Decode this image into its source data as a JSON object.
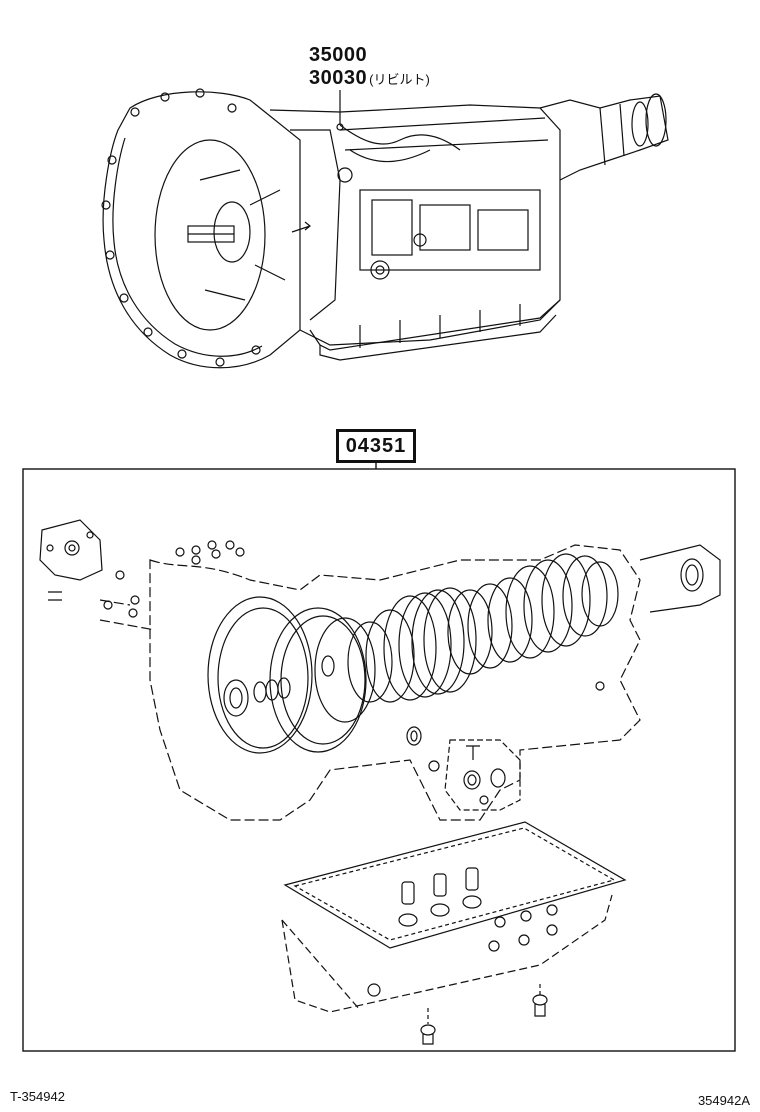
{
  "assembly": {
    "part_number": "35000",
    "rebuilt_part_number": "30030",
    "rebuilt_note": "(リビルト)"
  },
  "overhaul_kit": {
    "part_number": "04351"
  },
  "footer": {
    "left_code": "T-354942",
    "right_code": "354942A"
  }
}
